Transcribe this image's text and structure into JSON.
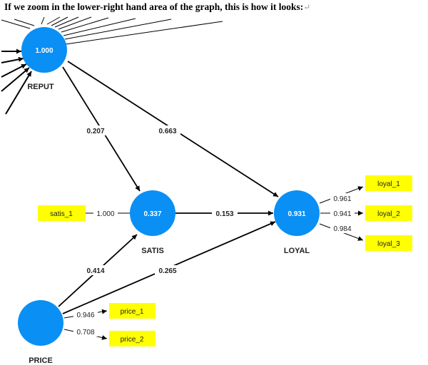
{
  "caption": {
    "text": "If we zoom in the lower-right hand area of the graph, this is how it looks:",
    "mark": "↵"
  },
  "colors": {
    "construct": "#0a8ff5",
    "indicator": "#ffff00",
    "line": "#000000"
  },
  "constructs": {
    "reput": {
      "label": "REPUT",
      "value": "1.000"
    },
    "satis": {
      "label": "SATIS",
      "value": "0.337"
    },
    "loyal": {
      "label": "LOYAL",
      "value": "0.931"
    },
    "price": {
      "label": "PRICE",
      "value": ""
    }
  },
  "paths": {
    "reput_satis": "0.207",
    "reput_loyal": "0.663",
    "satis_loyal": "0.153",
    "price_satis": "0.414",
    "price_loyal": "0.265"
  },
  "indicators": {
    "satis_1": {
      "label": "satis_1",
      "loading": "1.000"
    },
    "loyal_1": {
      "label": "loyal_1",
      "loading": "0.961"
    },
    "loyal_2": {
      "label": "loyal_2",
      "loading": "0.941"
    },
    "loyal_3": {
      "label": "loyal_3",
      "loading": "0.984"
    },
    "price_1": {
      "label": "price_1",
      "loading": "0.946"
    },
    "price_2": {
      "label": "price_2",
      "loading": "0.708"
    }
  }
}
